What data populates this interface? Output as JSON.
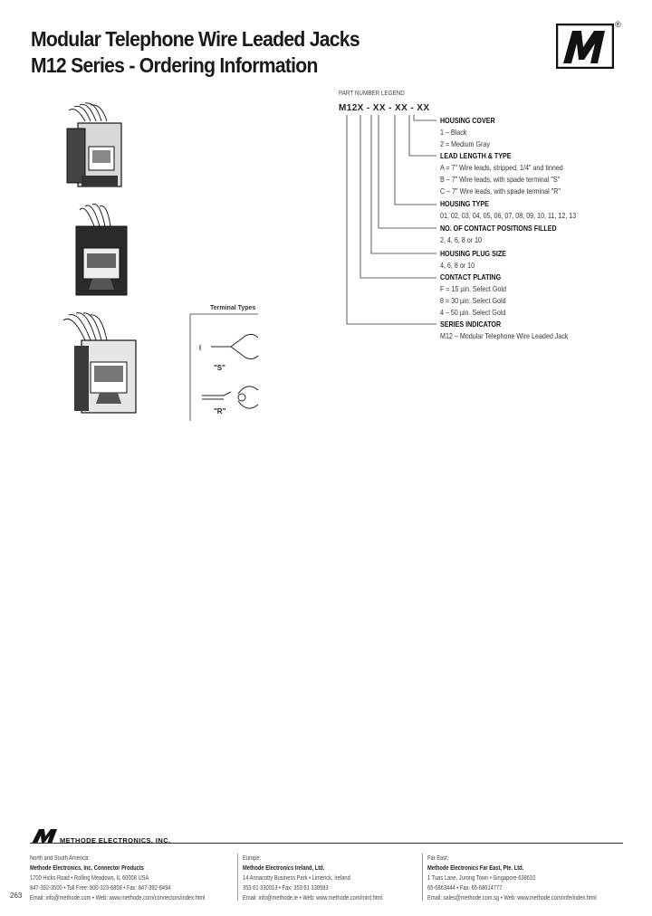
{
  "header": {
    "title_line1": "Modular Telephone Wire Leaded Jacks",
    "title_line2": "M12 Series - Ordering Information",
    "logo_letter": "M",
    "registered": "®"
  },
  "legend": {
    "title": "PART NUMBER LEGEND",
    "part_number": "M12X - XX - XX - XX",
    "sections": [
      {
        "heading": "HOUSING COVER",
        "lines": [
          "1 – Black",
          "2 = Medium Gray"
        ]
      },
      {
        "heading": "LEAD LENGTH & TYPE",
        "lines": [
          "A = 7\" Wire leads, stripped, 1/4\" and tinned",
          "B – 7\" Wire leads, with spade terminal \"S\"",
          "C – 7\" Wire leads, with spade terminal \"R\""
        ]
      },
      {
        "heading": "HOUSING TYPE",
        "lines": [
          "01, 02, 03, 04, 05, 06, 07, 08, 09, 10, 11, 12, 13"
        ]
      },
      {
        "heading": "NO. OF CONTACT POSITIONS FILLED",
        "lines": [
          "2, 4, 6, 8 or 10"
        ]
      },
      {
        "heading": "HOUSING PLUG SIZE",
        "lines": [
          "4, 6, 8 or 10"
        ]
      },
      {
        "heading": "CONTACT PLATING",
        "lines": [
          "F = 15 µin. Select Gold",
          "8 = 30 µin. Select Gold",
          "4 – 50 µin. Select Gold"
        ]
      },
      {
        "heading": "SERIES INDICATOR",
        "lines": [
          "M12   – Modular Telephone Wire Leaded Jack"
        ]
      }
    ]
  },
  "terminal_types": {
    "title": "Terminal Types",
    "label_s": "\"S\"",
    "label_r": "\"R\""
  },
  "footer": {
    "company_logo_text": "METHODE ELECTRONICS, INC.",
    "page_number": "263",
    "columns": [
      {
        "region": "North and South America:",
        "company": "Methode Electronics, Inc. Connector Products",
        "address": "1700 Hicks Road  •  Rolling Meadows, IL 60008 USA",
        "phone": "847-392-3500  •  Toll Free: 800-323-6858  •  Fax: 847-392-6494",
        "web": "Email: info@methode.com  •  Web: www.methode.com/connectors/index.html"
      },
      {
        "region": "Europe:",
        "company": "Methode Electronics Ireland, Ltd.",
        "address": "14 Annacotty Business Park  •  Limerick, Ireland",
        "phone": "353 61 330013  •  Fax: 353 61 330593",
        "web": "Email: info@methode.ie  •  Web: www.methode.com/mint.html"
      },
      {
        "region": "Far East:",
        "company": "Methode Electronics Far East, Pte. Ltd.",
        "address": "1 Tuas Lane, Jurong Town  •  Singapore 638610",
        "phone": "65-6863444  •  Fax: 65-68614777",
        "web": "Email: sales@methode.com.sg  •  Web: www.methode.com/mfe/index.html"
      }
    ]
  }
}
